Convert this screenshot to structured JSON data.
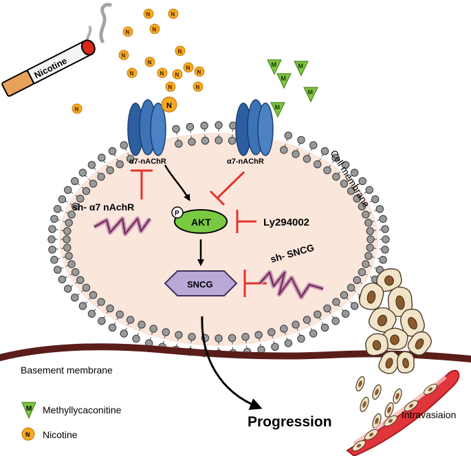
{
  "labels": {
    "nicotine_cigarette": "Nicotine",
    "receptor_left": "α7-nAChR",
    "receptor_right": "α7-nAChR",
    "cell_membrane": "Cell membrane",
    "sh_a7": "sh- α7 nAchR",
    "akt": "AKT",
    "phospho": "P",
    "ly": "Ly294002",
    "sncg": "SNCG",
    "sh_sncg": "sh- SNCG",
    "basement_membrane": "Basement membrane",
    "progression": "Progression",
    "intravasation": "Intravasiaion",
    "nicotine_symbol": "N",
    "mla_symbol": "M"
  },
  "legend": {
    "items": [
      {
        "symbol": "M",
        "label": "Methyllycaconitine"
      },
      {
        "symbol": "N",
        "label": "Nicotine"
      }
    ]
  },
  "colors": {
    "cell_fill": "#fbe6dc",
    "lipid_head": "#9a9a9a",
    "receptor": "#3d74b8",
    "akt": "#7ac943",
    "sncg": "#b9a9d6",
    "inhibit": "#e8302a",
    "basement": "#5a1d1a",
    "mla": "#7dc242",
    "nicotine": "#f7a823",
    "vessel": "#e0353a",
    "tumor": "#f2e4c8"
  }
}
